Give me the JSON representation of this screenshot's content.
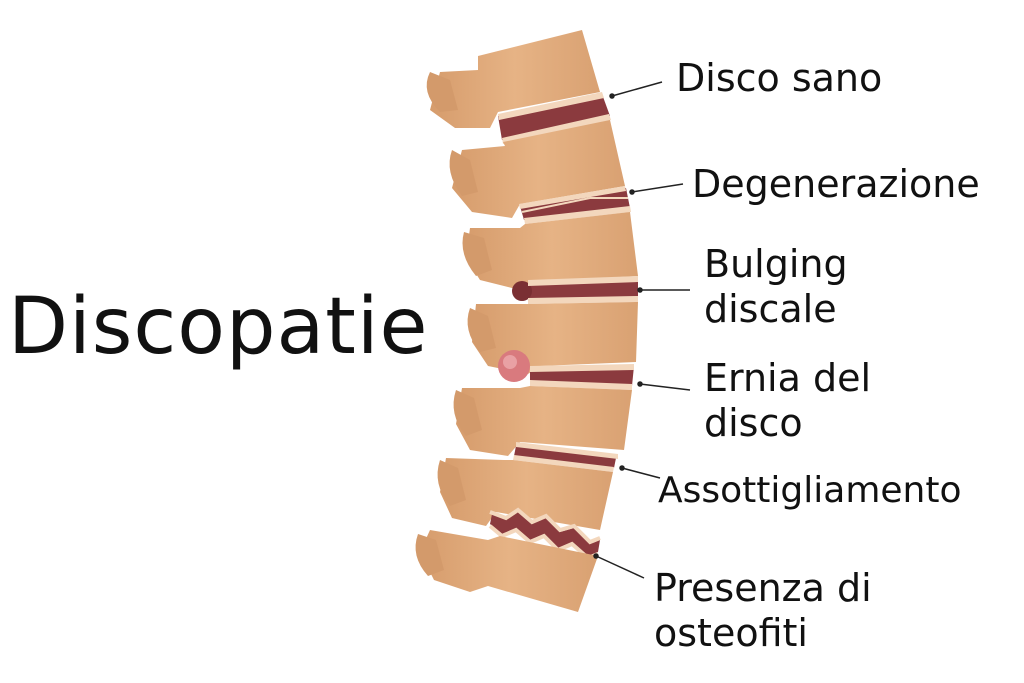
{
  "title": "Discopatie",
  "labels": [
    {
      "id": "disco-sano",
      "lines": [
        "Disco sano"
      ]
    },
    {
      "id": "degenerazione",
      "lines": [
        "Degenerazione"
      ]
    },
    {
      "id": "bulging",
      "lines": [
        "Bulging",
        "discale"
      ]
    },
    {
      "id": "ernia",
      "lines": [
        "Ernia del",
        "disco"
      ]
    },
    {
      "id": "assottigliamento",
      "lines": [
        "Assottigliamento"
      ]
    },
    {
      "id": "osteofiti",
      "lines": [
        "Presenza di",
        "osteofiti"
      ]
    }
  ],
  "colors": {
    "bone": "#e3ad7f",
    "bone_shade": "#c98d5f",
    "disc": "#8b3a3e",
    "disc_light": "#f3d7bd",
    "hernia": "#d97a7e",
    "text": "#111111"
  }
}
